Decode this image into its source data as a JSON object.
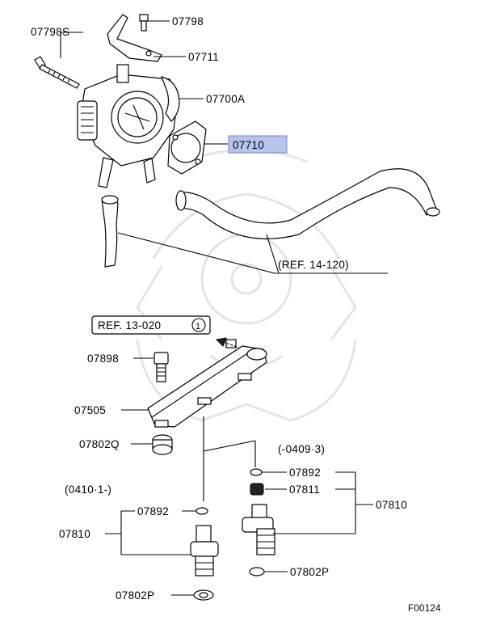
{
  "labels": {
    "p07798": "07798",
    "p07798S": "07798S",
    "p07711": "07711",
    "p07700A": "07700A",
    "p07710": "07710",
    "ref14": "(REF. 14-120)",
    "ref13": "REF. 13-020",
    "ref13circle": "1",
    "p07898": "07898",
    "p07505": "07505",
    "p07802Q": "07802Q",
    "range1": "(-0409·3)",
    "range2": "(0410·1-)",
    "p07892a": "07892",
    "p07811": "07811",
    "p07810a": "07810",
    "p07892b": "07892",
    "p07810b": "07810",
    "p07802Pa": "07802P",
    "p07802Pb": "07802P",
    "figcode": "F00124"
  },
  "colors": {
    "highlight": "#b7c4ee",
    "highlightBorder": "#6f86d0",
    "watermark": "#e4e4e4"
  }
}
